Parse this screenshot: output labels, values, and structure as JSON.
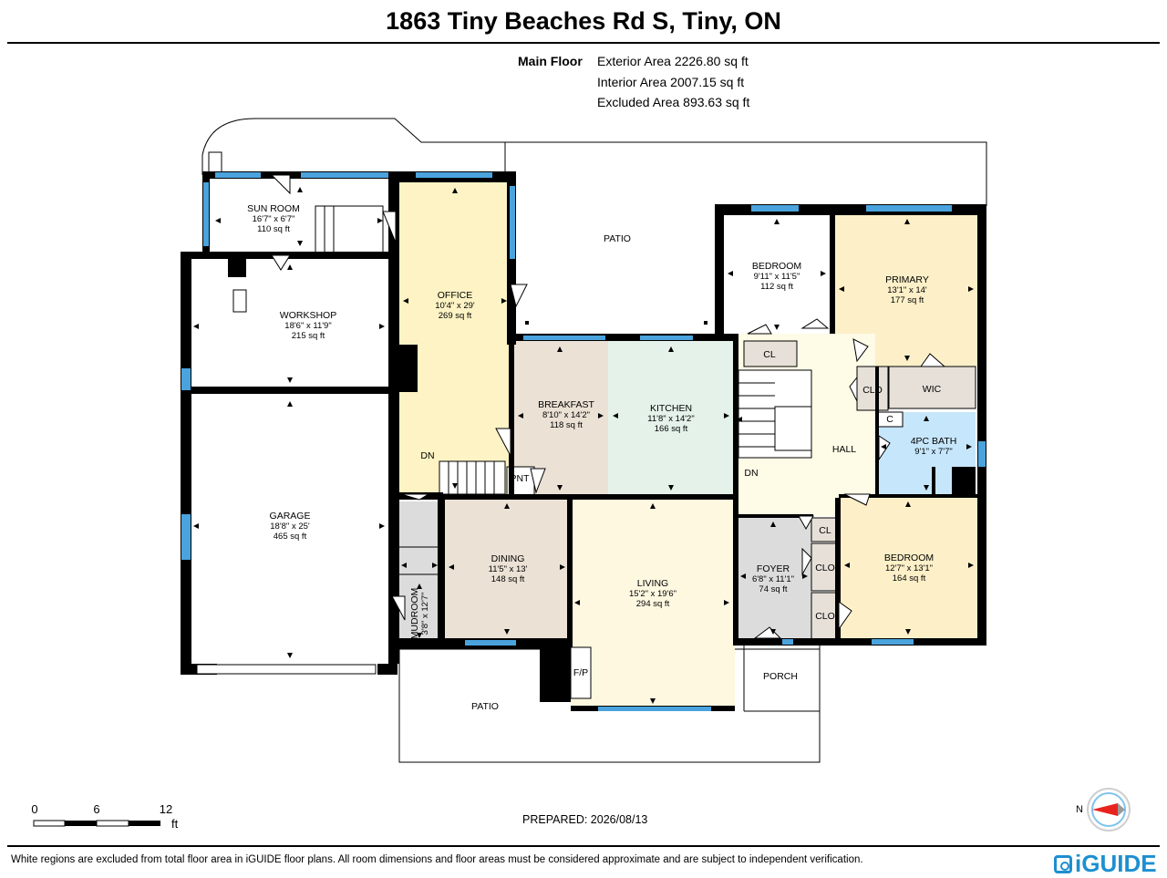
{
  "header": {
    "title": "1863 Tiny Beaches Rd S, Tiny, ON"
  },
  "areas": {
    "floor_label": "Main Floor",
    "exterior": "Exterior Area 2226.80 sq ft",
    "interior": "Interior Area 2007.15 sq ft",
    "excluded": "Excluded Area 893.63 sq ft"
  },
  "rooms": {
    "sun_room": {
      "name": "SUN ROOM",
      "dims": "16'7\" x 6'7\"",
      "area": "110 sq ft"
    },
    "workshop": {
      "name": "WORKSHOP",
      "dims": "18'6\" x 11'9\"",
      "area": "215 sq ft"
    },
    "garage": {
      "name": "GARAGE",
      "dims": "18'8\" x 25'",
      "area": "465 sq ft"
    },
    "office": {
      "name": "OFFICE",
      "dims": "10'4\" x 29'",
      "area": "269 sq ft"
    },
    "breakfast": {
      "name": "BREAKFAST",
      "dims": "8'10\" x 14'2\"",
      "area": "118 sq ft"
    },
    "kitchen": {
      "name": "KITCHEN",
      "dims": "11'8\" x 14'2\"",
      "area": "166 sq ft"
    },
    "dining": {
      "name": "DINING",
      "dims": "11'5\" x 13'",
      "area": "148 sq ft"
    },
    "living": {
      "name": "LIVING",
      "dims": "15'2\" x 19'6\"",
      "area": "294 sq ft"
    },
    "bedroom1": {
      "name": "BEDROOM",
      "dims": "9'11\" x 11'5\"",
      "area": "112 sq ft"
    },
    "primary": {
      "name": "PRIMARY",
      "dims": "13'1\" x 14'",
      "area": "177 sq ft"
    },
    "bath": {
      "name": "4PC BATH",
      "dims": "9'1\" x 7'7\""
    },
    "bedroom2": {
      "name": "BEDROOM",
      "dims": "12'7\" x 13'1\"",
      "area": "164 sq ft"
    },
    "foyer": {
      "name": "FOYER",
      "dims": "6'8\" x 11'1\"",
      "area": "74 sq ft"
    },
    "mudroom": {
      "name": "MUDROOM",
      "dims": "3'8\" x 12'7\""
    }
  },
  "labels": {
    "patio_top": "PATIO",
    "patio_bottom": "PATIO",
    "porch": "PORCH",
    "hall": "HALL",
    "wic": "WIC",
    "clo": "CLO",
    "cl": "CL",
    "c": "C",
    "pnt": "PNT",
    "fp": "F/P",
    "dn": "DN"
  },
  "scale": {
    "tick0": "0",
    "tick1": "6",
    "tick2": "12",
    "unit": "ft"
  },
  "prepared": "PREPARED: 2026/08/13",
  "footer": {
    "note": "White regions are excluded from total floor area in iGUIDE floor plans. All room dimensions and floor areas must be considered approximate and are subject to independent verification.",
    "brand": "iGUIDE"
  },
  "compass": {
    "label": "N",
    "needle_color": "#e8231e"
  },
  "colors": {
    "office": "#fdf3c4",
    "breakfast": "#ebe1d5",
    "kitchen": "#e4f2e9",
    "dining": "#ebe1d5",
    "living": "#fef8e1",
    "primary": "#fdf0c8",
    "bedroom2": "#fdf0c8",
    "hall": "#fefbe6",
    "bath": "#c6e6fb",
    "foyer": "#dcdcdc",
    "closet": "#e6e0d8",
    "window": "#4aa3dd",
    "wall": "#000000",
    "brand": "#1e8fd0"
  }
}
